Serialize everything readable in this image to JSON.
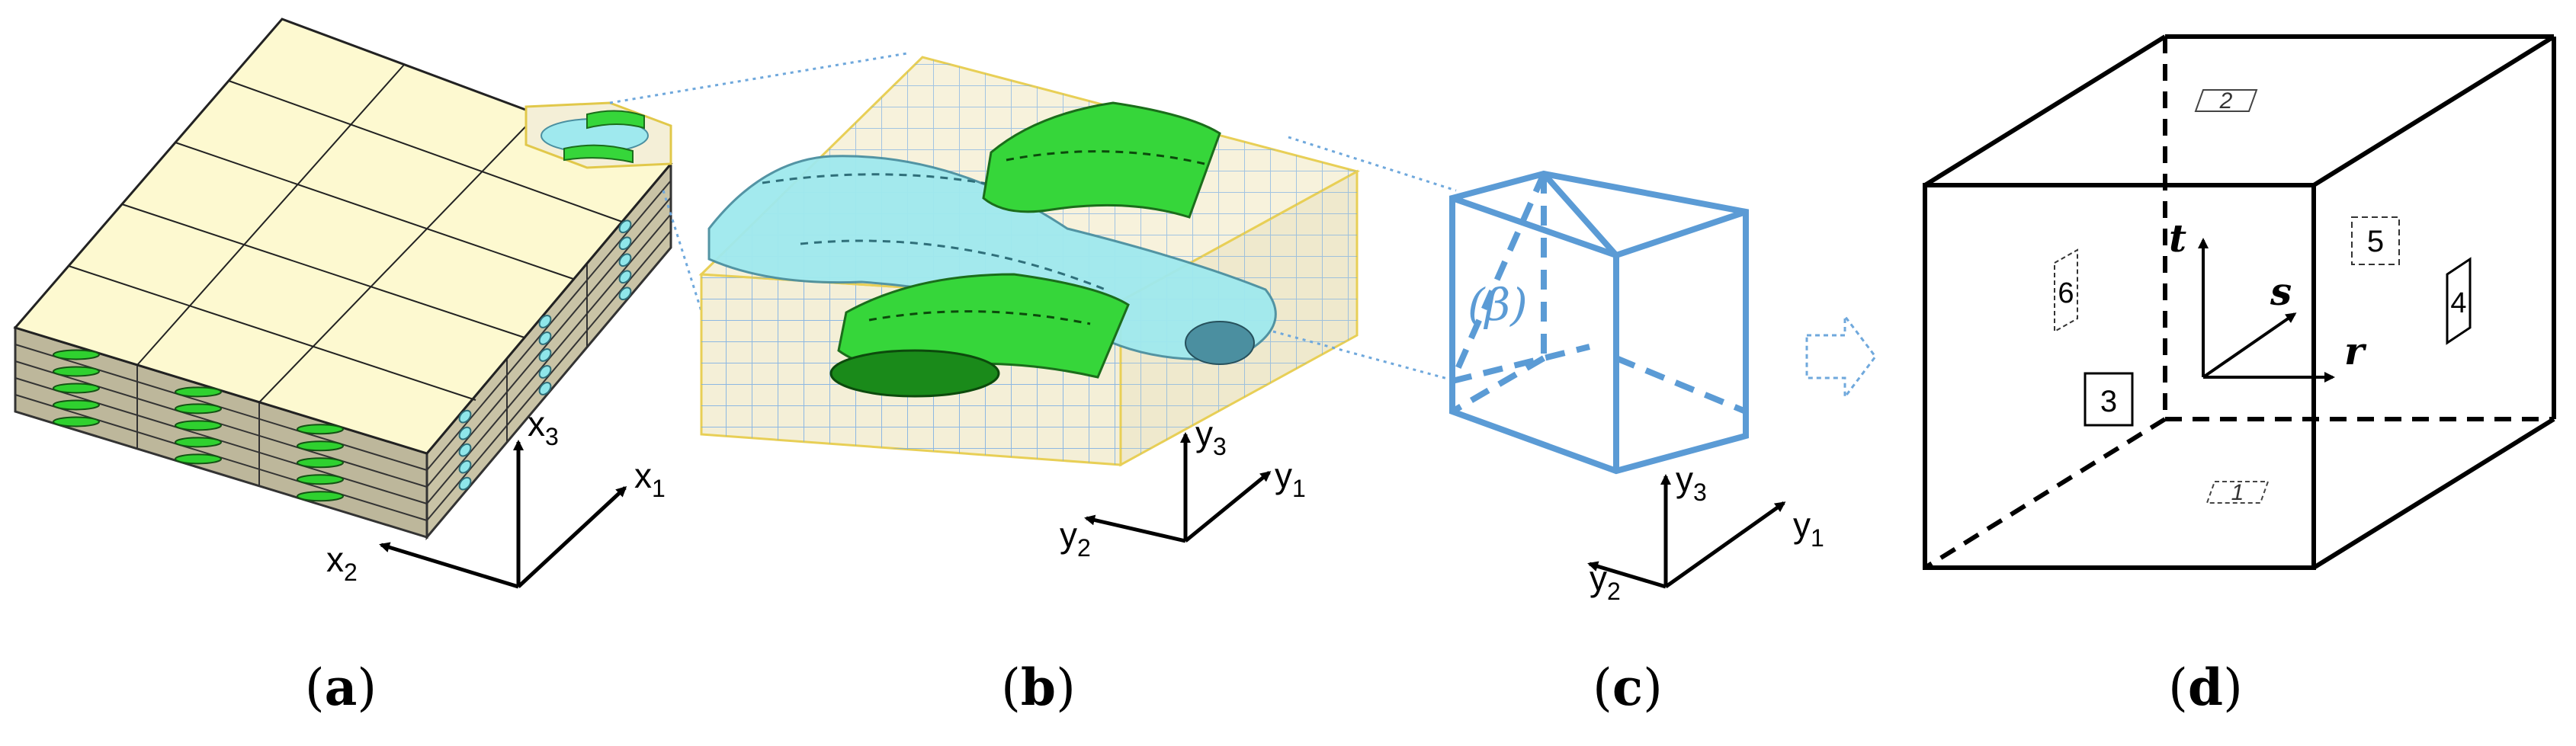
{
  "panels": {
    "a": {
      "caption_open": "(",
      "caption_letter": "a",
      "caption_close": ")",
      "axes": {
        "x1": "x",
        "x1_sub": "1",
        "x2": "x",
        "x2_sub": "2",
        "x3": "x",
        "x3_sub": "3"
      },
      "colors": {
        "panel_top": "#fdf9d0",
        "layer_side": "#bdb79b",
        "weft": "#2fd12f",
        "warp": "#8fe6ea"
      }
    },
    "b": {
      "caption_open": "(",
      "caption_letter": "b",
      "caption_close": ")",
      "axes": {
        "y1": "y",
        "y1_sub": "1",
        "y2": "y",
        "y2_sub": "2",
        "y3": "y",
        "y3_sub": "3"
      },
      "colors": {
        "matrix": "#f4efd7",
        "grid": "#6aa6e6",
        "warp_yarn": "#9fe9ee",
        "weft_yarn": "#36d63a"
      }
    },
    "c": {
      "caption_open": "(",
      "caption_letter": "c",
      "caption_close": ")",
      "domain_label": "(β)",
      "axes": {
        "y1": "y",
        "y1_sub": "1",
        "y2": "y",
        "y2_sub": "2",
        "y3": "y",
        "y3_sub": "3"
      },
      "colors": {
        "cell_edges": "#5b9bd5"
      }
    },
    "d": {
      "caption_open": "(",
      "caption_letter": "d",
      "caption_close": ")",
      "face_labels": [
        "1",
        "2",
        "3",
        "4",
        "5",
        "6"
      ],
      "local_axes": {
        "r": "r",
        "s": "s",
        "t": "t"
      }
    }
  },
  "connectors": {
    "color": "#6fa8dc",
    "arrow_icon": "hollow-arrow-right"
  }
}
